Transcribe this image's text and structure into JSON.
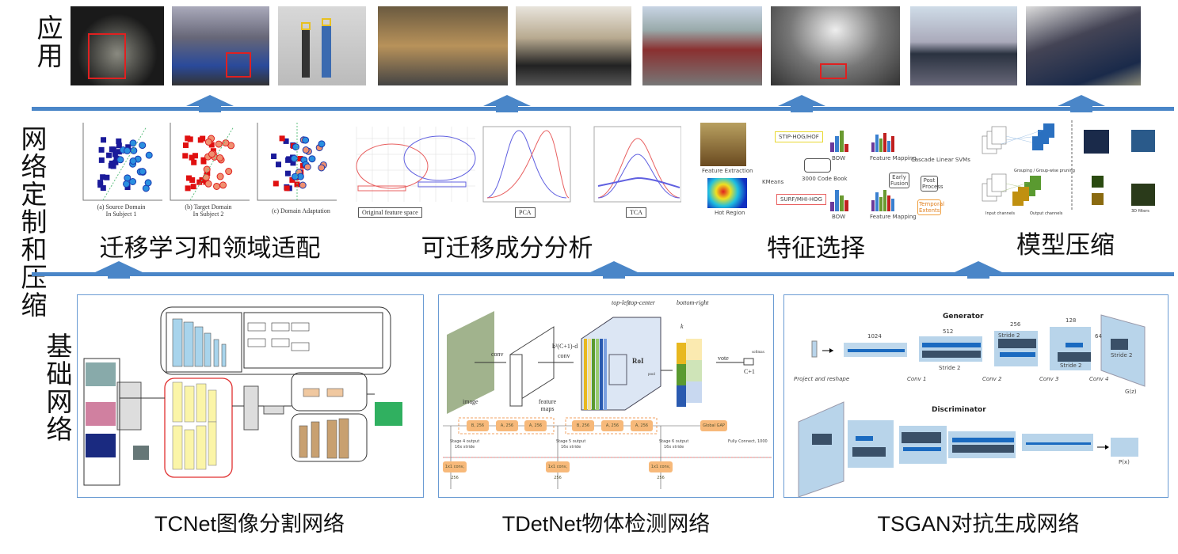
{
  "labels": {
    "application": "应用",
    "customization": "网络定制和压缩",
    "base": "基础网络"
  },
  "photos": [
    {
      "desc": "face-detection"
    },
    {
      "desc": "mine-machinery"
    },
    {
      "desc": "worker-helmet"
    },
    {
      "desc": "warehouse-boxes"
    },
    {
      "desc": "coal-conveyor"
    },
    {
      "desc": "rail-yard"
    },
    {
      "desc": "tunnel-conveyor"
    },
    {
      "desc": "coal-building"
    },
    {
      "desc": "coal-mine-interior"
    }
  ],
  "middle": {
    "captions": [
      "迁移学习和领域适配",
      "可迁移成分分析",
      "特征选择",
      "模型压缩"
    ],
    "transfer": {
      "a": "(a) Source Domain",
      "a2": "In Subject 1",
      "b": "(b) Target Domain",
      "b2": "In Subject 2",
      "c": "(c) Domain Adaptation"
    },
    "tca": {
      "orig": "Original feature space",
      "pca": "PCA",
      "tca": "TCA"
    },
    "feat": {
      "fe": "Feature Extraction",
      "hot": "Hot Region",
      "stip": "STIP-HOG/HOF",
      "surf": "SURF/MHI-HOG",
      "kmeans": "KMeans",
      "codebook": "3000 Code Book",
      "bow": "BOW",
      "fm": "Feature Mapping",
      "fusion": "Early Fusion",
      "svm": "Cascade Linear SVMs",
      "post": "Post Process",
      "temporal": "Temporal Extents"
    },
    "comp": {
      "input": "Input channels",
      "output": "Output channels",
      "filters": "3D filters",
      "group": "Grouping / Group-wise pruning"
    }
  },
  "bottom": {
    "captions": [
      "TCNet图像分割网络",
      "TDetNet物体检测网络",
      "TSGAN对抗生成网络"
    ],
    "tdet": {
      "tl": "top-left",
      "tc": "top-center",
      "br": "bottom-right",
      "conv": "conv",
      "image": "image",
      "fmaps": "feature maps",
      "kconv": "k²(C+1)-d",
      "kconv2": "conv",
      "roi": "RoI",
      "pool": "pool",
      "vote": "vote",
      "softmax": "softmax",
      "c1": "C+1",
      "k": "k",
      "s4": "Stage 4 output",
      "s5": "Stage 5 output",
      "s6": "Stage 6 output",
      "stride": "16x stride",
      "fc": "Fully Connect, 1000",
      "b": "B, 256",
      "a": "A, 256",
      "conv1": "1x1 conv, 256",
      "gap": "Global GAP"
    },
    "gan": {
      "gen": "Generator",
      "disc": "Discriminator",
      "n1024": "1024",
      "n512": "512",
      "n256": "256",
      "n128": "128",
      "n64": "64",
      "s2": "Stride 2",
      "proj": "Project and reshape",
      "c1": "Conv 1",
      "c2": "Conv 2",
      "c3": "Conv 3",
      "c4": "Conv 4",
      "gz": "G(z)",
      "px": "P(x)"
    }
  },
  "colors": {
    "line": "#4a86c8",
    "panel_border": "#6a9bd3",
    "red": "#e02020",
    "navy": "#1a1a9a",
    "blue": "#2a8fe0"
  }
}
